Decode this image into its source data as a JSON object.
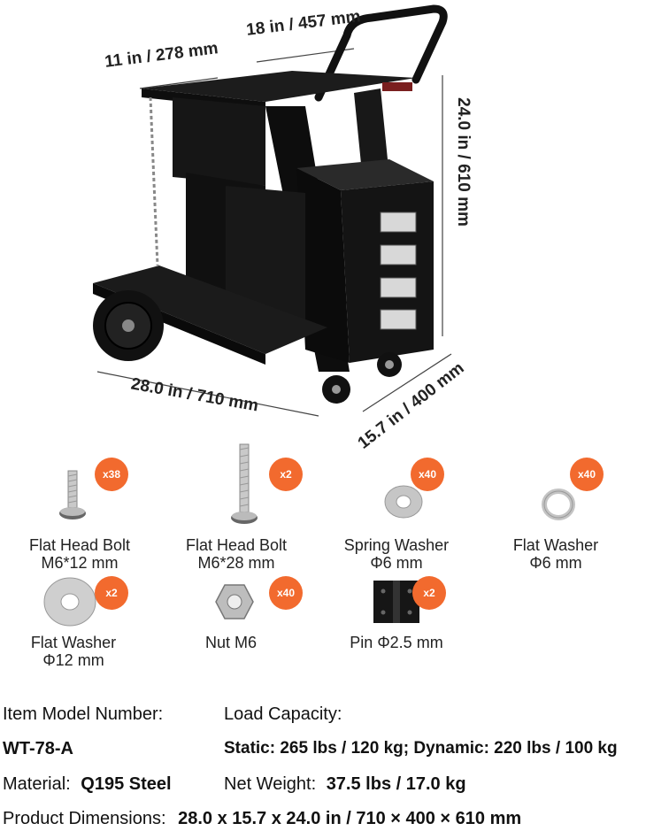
{
  "dimensions": {
    "top_width": "18 in / 457 mm",
    "shelf_width": "11 in / 278 mm",
    "height": "24.0 in / 610 mm",
    "length": "28.0 in / 710 mm",
    "depth": "15.7 in / 400 mm"
  },
  "parts": [
    {
      "name_line1": "Flat Head Bolt",
      "name_line2": "M6*12 mm",
      "qty": "x38",
      "icon": "short-bolt-icon"
    },
    {
      "name_line1": "Flat Head Bolt",
      "name_line2": "M6*28 mm",
      "qty": "x2",
      "icon": "long-bolt-icon"
    },
    {
      "name_line1": "Spring Washer",
      "name_line2": "Φ6 mm",
      "qty": "x40",
      "icon": "spring-washer-icon"
    },
    {
      "name_line1": "Flat Washer",
      "name_line2": "Φ6 mm",
      "qty": "x40",
      "icon": "small-washer-icon"
    },
    {
      "name_line1": "Flat Washer",
      "name_line2": "Φ12 mm",
      "qty": "x2",
      "icon": "large-washer-icon"
    },
    {
      "name_line1": "Nut M6",
      "name_line2": "",
      "qty": "x40",
      "icon": "hex-nut-icon"
    },
    {
      "name_line1": "Pin Φ2.5 mm",
      "name_line2": "",
      "qty": "x2",
      "icon": "hinge-pin-icon"
    }
  ],
  "specs": {
    "model_label": "Item Model Number:",
    "model_value": "WT-78-A",
    "load_label": "Load Capacity:",
    "load_value": "Static: 265 lbs / 120 kg; Dynamic: 220 lbs / 100 kg",
    "material_label": "Material:",
    "material_value": "Q195 Steel",
    "weight_label": "Net Weight:",
    "weight_value": "37.5 lbs / 17.0 kg",
    "dims_label": "Product Dimensions:",
    "dims_value": "28.0 x 15.7 x 24.0 in / 710 × 400 × 610 mm"
  }
}
